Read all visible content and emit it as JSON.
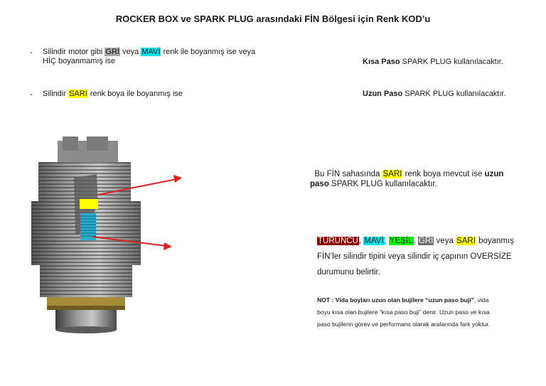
{
  "title": "ROCKER BOX ve SPARK PLUG arasındaki FİN Bölgesi için Renk KOD’u",
  "bullet1": {
    "dash": "-",
    "t1": "Silindir motor gibi ",
    "gri": "GRİ",
    "t2": " veya ",
    "mavi": "MAVİ",
    "t3": " renk ile boyanmış ise veya",
    "line2": "HİÇ boyanmamış ise",
    "right_bold": "Kısa Paso",
    "right_rest": " SPARK PLUG kullanılacaktır."
  },
  "bullet2": {
    "dash": "-",
    "t1": "Silindir ",
    "sari": "SARI",
    "t2": " renk boya ile boyanmış ise",
    "right_bold": "Uzun Paso",
    "right_rest": " SPARK PLUG kullanılacaktır."
  },
  "fin_text": {
    "t1": "Bu FİN sahasında ",
    "sari": "SARI",
    "t2": " renk boya mevcut ise ",
    "b1": "uzun",
    "b2": "paso",
    "t3": " SPARK PLUG kullanılacaktır."
  },
  "colors_text": {
    "turuncu": "TURUNCU",
    "c1": ", ",
    "mavi": "MAVİ",
    "c2": ", ",
    "yesil": "YEŞİL",
    "c3": ", ",
    "gri": "GRİ",
    "c4": " veya ",
    "sari": "SARI",
    "c5": " boyanmış",
    "line2": "FİN’ler silindir tipini veya silindir iç   çapının OVERSİZE",
    "line3": "durumunu belirtir."
  },
  "note": {
    "label": "NOT : Vida boyları uzun olan bujilere ",
    "quote": "“uzun paso buji”",
    "l1_rest": ", vida",
    "line2": "boyu kısa olan bujilere “kısa paso buji” denir. Uzun paso ve kısa",
    "line3": "paso bujilerin görev ve performans olarak aralarında fark yoktur."
  },
  "colors": {
    "gri_bg": "#a6a6a6",
    "mavi_bg": "#00e5ee",
    "sari_bg": "#ffff00",
    "turuncu_bg": "#8b0000",
    "yesil_bg": "#00ff00",
    "arrow": "#e02020"
  }
}
